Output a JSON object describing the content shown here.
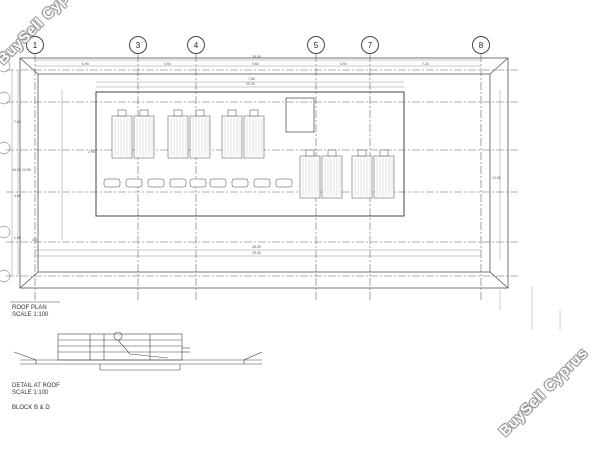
{
  "grid_labels": [
    "1",
    "3",
    "4",
    "5",
    "7",
    "8"
  ],
  "dimensions": {
    "top_overall": "28.00",
    "top_segments": [
      "6.90",
      "6.90",
      "9.60",
      "6.90",
      "7.20"
    ],
    "inner_top": "20.04",
    "inner_top2": "7.80",
    "bottom_1": "28.00",
    "bottom_2": "29.40",
    "left_1": "16.00",
    "left_2": "12.60",
    "left_3": "4.80",
    "left_4": "7.00",
    "left_5": "1.80",
    "left_6": "3.5",
    "right_1": "12.60",
    "mid_left": "2.90"
  },
  "roof_plan": {
    "title": "ROOF PLAN",
    "scale": "SCALE 1:100"
  },
  "detail": {
    "title": "DETAIL AT ROOF",
    "scale": "SCALE 1:100",
    "block": "BLOCK B & D"
  },
  "watermark": "BuySell Cyprus"
}
